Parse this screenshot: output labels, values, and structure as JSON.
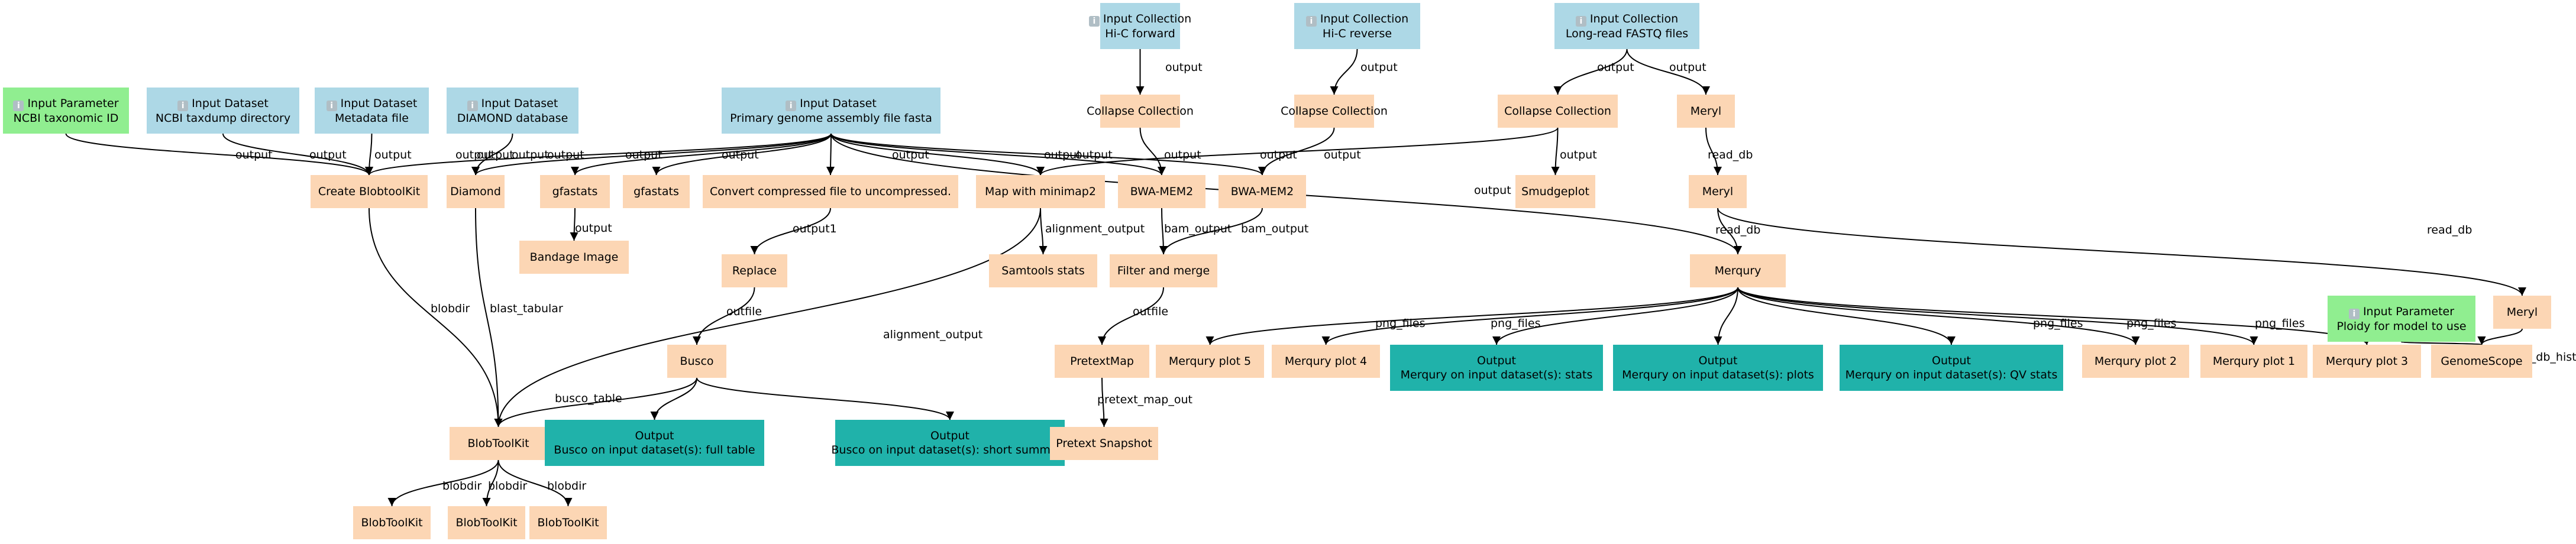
{
  "nodes": [
    {
      "id": "ncbi_tax",
      "type": "param",
      "icon": "info-icon",
      "line1": "Input Parameter",
      "line2": "NCBI taxonomic ID"
    },
    {
      "id": "taxdump",
      "type": "input",
      "icon": "info-icon",
      "line1": "Input Dataset",
      "line2": "NCBI taxdump directory"
    },
    {
      "id": "metadata",
      "type": "input",
      "icon": "info-icon",
      "line1": "Input Dataset",
      "line2": "Metadata file"
    },
    {
      "id": "diamond_db",
      "type": "input",
      "icon": "info-icon",
      "line1": "Input Dataset",
      "line2": "DIAMOND database"
    },
    {
      "id": "genome",
      "type": "input",
      "icon": "info-icon",
      "line1": "Input Dataset",
      "line2": "Primary genome assembly file fasta"
    },
    {
      "id": "hic_fwd",
      "type": "input",
      "icon": "info-icon",
      "line1": "Input Collection",
      "line2": "Hi-C forward"
    },
    {
      "id": "hic_rev",
      "type": "input",
      "icon": "info-icon",
      "line1": "Input Collection",
      "line2": "Hi-C reverse"
    },
    {
      "id": "longread",
      "type": "input",
      "icon": "info-icon",
      "line1": "Input Collection",
      "line2": "Long-read FASTQ files"
    },
    {
      "id": "collapse1",
      "type": "tool",
      "line1": "Collapse Collection"
    },
    {
      "id": "collapse2",
      "type": "tool",
      "line1": "Collapse Collection"
    },
    {
      "id": "collapse3",
      "type": "tool",
      "line1": "Collapse Collection"
    },
    {
      "id": "meryl1",
      "type": "tool",
      "line1": "Meryl"
    },
    {
      "id": "create_btk",
      "type": "tool",
      "line1": "Create BlobtoolKit"
    },
    {
      "id": "diamond",
      "type": "tool",
      "line1": "Diamond"
    },
    {
      "id": "gfastats1",
      "type": "tool",
      "line1": "gfastats"
    },
    {
      "id": "gfastats2",
      "type": "tool",
      "line1": "gfastats"
    },
    {
      "id": "convert",
      "type": "tool",
      "line1": "Convert compressed file to uncompressed."
    },
    {
      "id": "minimap2",
      "type": "tool",
      "line1": "Map with minimap2"
    },
    {
      "id": "bwa1",
      "type": "tool",
      "line1": "BWA-MEM2"
    },
    {
      "id": "bwa2",
      "type": "tool",
      "line1": "BWA-MEM2"
    },
    {
      "id": "smudgeplot",
      "type": "tool",
      "line1": "Smudgeplot"
    },
    {
      "id": "meryl2",
      "type": "tool",
      "line1": "Meryl"
    },
    {
      "id": "bandage",
      "type": "tool",
      "line1": "Bandage Image"
    },
    {
      "id": "replace",
      "type": "tool",
      "line1": "Replace"
    },
    {
      "id": "samtools",
      "type": "tool",
      "line1": "Samtools stats"
    },
    {
      "id": "filter_merge",
      "type": "tool",
      "line1": "Filter and merge"
    },
    {
      "id": "merqury",
      "type": "tool",
      "line1": "Merqury"
    },
    {
      "id": "ploidy",
      "type": "param",
      "icon": "info-icon",
      "line1": "Input Parameter",
      "line2": "Ploidy for model to use"
    },
    {
      "id": "meryl3",
      "type": "tool",
      "line1": "Meryl"
    },
    {
      "id": "busco",
      "type": "tool",
      "line1": "Busco"
    },
    {
      "id": "pretextmap",
      "type": "tool",
      "line1": "PretextMap"
    },
    {
      "id": "mplot5",
      "type": "tool",
      "line1": "Merqury plot 5"
    },
    {
      "id": "mplot4",
      "type": "tool",
      "line1": "Merqury plot 4"
    },
    {
      "id": "out_stats",
      "type": "output",
      "line1": "Output",
      "line2": "Merqury on input dataset(s): stats"
    },
    {
      "id": "out_plots",
      "type": "output",
      "line1": "Output",
      "line2": "Merqury on input dataset(s): plots"
    },
    {
      "id": "out_qv",
      "type": "output",
      "line1": "Output",
      "line2": "Merqury on input dataset(s): QV stats"
    },
    {
      "id": "mplot2",
      "type": "tool",
      "line1": "Merqury plot 2"
    },
    {
      "id": "mplot1",
      "type": "tool",
      "line1": "Merqury plot 1"
    },
    {
      "id": "mplot3",
      "type": "tool",
      "line1": "Merqury plot 3"
    },
    {
      "id": "genomescope",
      "type": "tool",
      "line1": "GenomeScope"
    },
    {
      "id": "blobtoolkit",
      "type": "tool",
      "line1": "BlobToolKit"
    },
    {
      "id": "out_busco_full",
      "type": "output",
      "line1": "Output",
      "line2": "Busco on input dataset(s): full table"
    },
    {
      "id": "out_busco_short",
      "type": "output",
      "line1": "Output",
      "line2": "Busco on input dataset(s): short summary"
    },
    {
      "id": "pretext_snap",
      "type": "tool",
      "line1": "Pretext Snapshot"
    },
    {
      "id": "btk_a",
      "type": "tool",
      "line1": "BlobToolKit"
    },
    {
      "id": "btk_b",
      "type": "tool",
      "line1": "BlobToolKit"
    },
    {
      "id": "btk_c",
      "type": "tool",
      "line1": "BlobToolKit"
    }
  ],
  "edges": [
    {
      "from": "ncbi_tax",
      "to": "create_btk",
      "label": "output"
    },
    {
      "from": "taxdump",
      "to": "create_btk",
      "label": "output"
    },
    {
      "from": "metadata",
      "to": "create_btk",
      "label": "output"
    },
    {
      "from": "genome",
      "to": "create_btk",
      "label": "output"
    },
    {
      "from": "diamond_db",
      "to": "diamond",
      "label": "output"
    },
    {
      "from": "genome",
      "to": "diamond",
      "label": "output"
    },
    {
      "from": "genome",
      "to": "gfastats1",
      "label": "output"
    },
    {
      "from": "genome",
      "to": "gfastats2",
      "label": "output"
    },
    {
      "from": "genome",
      "to": "convert",
      "label": "output"
    },
    {
      "from": "genome",
      "to": "minimap2",
      "label": "output"
    },
    {
      "from": "genome",
      "to": "bwa1",
      "label": "output"
    },
    {
      "from": "genome",
      "to": "bwa2",
      "label": "output"
    },
    {
      "from": "genome",
      "to": "merqury",
      "label": "output"
    },
    {
      "from": "hic_fwd",
      "to": "collapse1",
      "label": "output"
    },
    {
      "from": "hic_rev",
      "to": "collapse2",
      "label": "output"
    },
    {
      "from": "longread",
      "to": "collapse3",
      "label": "output"
    },
    {
      "from": "longread",
      "to": "meryl1",
      "label": "output"
    },
    {
      "from": "collapse1",
      "to": "bwa1",
      "label": "output"
    },
    {
      "from": "collapse2",
      "to": "bwa2",
      "label": "output"
    },
    {
      "from": "collapse3",
      "to": "minimap2",
      "label": "output"
    },
    {
      "from": "collapse3",
      "to": "smudgeplot",
      "label": "output"
    },
    {
      "from": "meryl1",
      "to": "meryl2",
      "label": "read_db"
    },
    {
      "from": "meryl2",
      "to": "merqury",
      "label": "read_db"
    },
    {
      "from": "meryl2",
      "to": "meryl3",
      "label": "read_db"
    },
    {
      "from": "gfastats1",
      "to": "bandage",
      "label": "output"
    },
    {
      "from": "convert",
      "to": "replace",
      "label": "output1"
    },
    {
      "from": "minimap2",
      "to": "samtools",
      "label": "alignment_output"
    },
    {
      "from": "minimap2",
      "to": "blobtoolkit",
      "label": "alignment_output"
    },
    {
      "from": "bwa1",
      "to": "filter_merge",
      "label": "bam_output"
    },
    {
      "from": "bwa2",
      "to": "filter_merge",
      "label": "bam_output"
    },
    {
      "from": "replace",
      "to": "busco",
      "label": "outfile"
    },
    {
      "from": "filter_merge",
      "to": "pretextmap",
      "label": "outfile"
    },
    {
      "from": "pretextmap",
      "to": "pretext_snap",
      "label": "pretext_map_out"
    },
    {
      "from": "merqury",
      "to": "mplot5",
      "label": "png_files"
    },
    {
      "from": "merqury",
      "to": "mplot4",
      "label": "png_files"
    },
    {
      "from": "merqury",
      "to": "out_stats",
      "label": ""
    },
    {
      "from": "merqury",
      "to": "out_plots",
      "label": ""
    },
    {
      "from": "merqury",
      "to": "out_qv",
      "label": ""
    },
    {
      "from": "merqury",
      "to": "mplot2",
      "label": "png_files"
    },
    {
      "from": "merqury",
      "to": "mplot1",
      "label": "png_files"
    },
    {
      "from": "merqury",
      "to": "mplot3",
      "label": "png_files"
    },
    {
      "from": "ploidy",
      "to": "genomescope",
      "label": "output"
    },
    {
      "from": "meryl3",
      "to": "genomescope",
      "label": "read_db_hist"
    },
    {
      "from": "create_btk",
      "to": "blobtoolkit",
      "label": "blobdir"
    },
    {
      "from": "diamond",
      "to": "blobtoolkit",
      "label": "blast_tabular"
    },
    {
      "from": "busco",
      "to": "blobtoolkit",
      "label": "busco_table"
    },
    {
      "from": "busco",
      "to": "out_busco_full",
      "label": ""
    },
    {
      "from": "busco",
      "to": "out_busco_short",
      "label": ""
    },
    {
      "from": "blobtoolkit",
      "to": "btk_a",
      "label": "blobdir"
    },
    {
      "from": "blobtoolkit",
      "to": "btk_b",
      "label": "blobdir"
    },
    {
      "from": "blobtoolkit",
      "to": "btk_c",
      "label": "blobdir"
    }
  ]
}
